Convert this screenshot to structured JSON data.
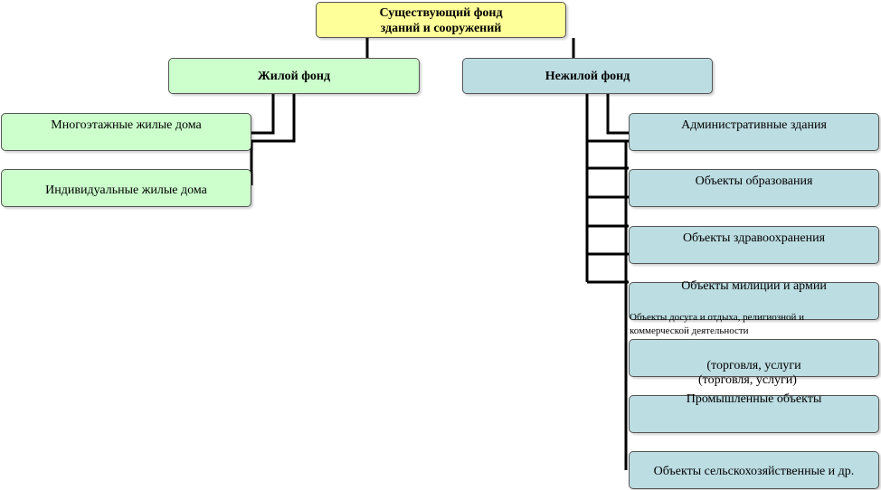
{
  "root": {
    "line1": "Существующий фонд",
    "line2": "зданий и сооружений"
  },
  "residential": {
    "title": "Жилой фонд",
    "items": [
      "Многоэтажные жилые дома",
      "Индивидуальные жилые дома"
    ]
  },
  "nonresidential": {
    "title": "Нежилой фонд",
    "items": [
      "Административные здания",
      "Объекты образования",
      "Объекты здравоохранения",
      "Объекты милиции и армии",
      "(торговля, услуги",
      "Промышленные объекты",
      "Объекты сельскохозяйственные и др."
    ],
    "overlay_text_1": "Объекты досуга и отдыха, религиозной и коммерческой деятельности",
    "overlay_text_2": "(торговля, услуги)"
  }
}
